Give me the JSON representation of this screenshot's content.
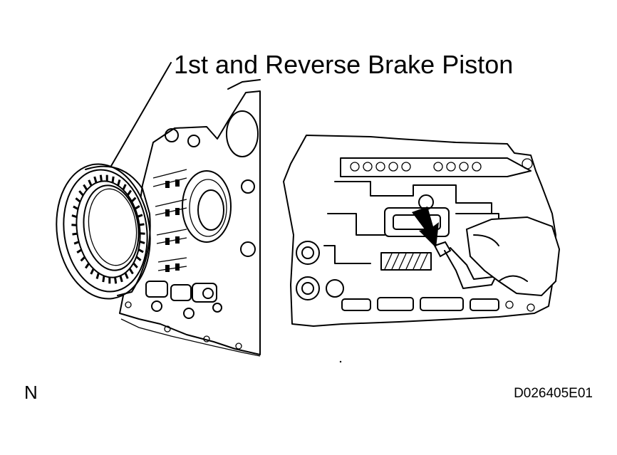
{
  "callout_label": "1st and Reverse Brake Piston",
  "corner_mark": "N",
  "figure_code": "D026405E01",
  "icons": {
    "left_illustration": "transmission-case-with-brake-piston-illustration",
    "right_illustration": "valve-body-air-application-illustration",
    "arrow": "air-application-arrow-icon"
  }
}
